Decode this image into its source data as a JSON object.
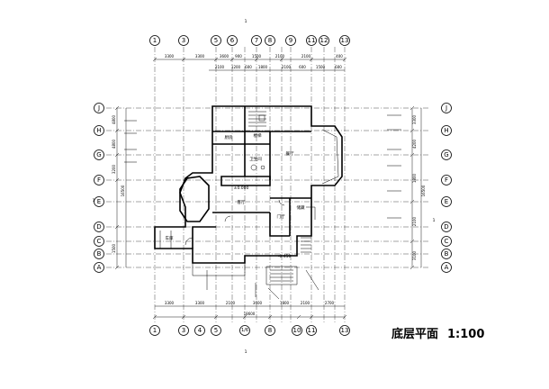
{
  "drawing": {
    "title": "底层平面",
    "scale": "1:100",
    "section_marks": {
      "top": "1",
      "bottom": "1",
      "right": "1",
      "left": "1"
    }
  },
  "grid_axes": {
    "top": [
      "1",
      "3",
      "5",
      "6",
      "7",
      "8",
      "9",
      "11",
      "12",
      "13"
    ],
    "bottom": [
      "1",
      "3",
      "4",
      "5",
      "1/6",
      "8",
      "10",
      "11",
      "13"
    ],
    "left": [
      "J",
      "H",
      "G",
      "F",
      "E",
      "D",
      "C",
      "B",
      "A"
    ],
    "right": [
      "J",
      "H",
      "G",
      "F",
      "E",
      "D",
      "C",
      "B",
      "A"
    ]
  },
  "dimensions": {
    "top_outer": [
      "3300",
      "3300",
      "3600",
      "900",
      "1500",
      "2100",
      "2100",
      "400"
    ],
    "top_inner": [
      "2100",
      "1200",
      "600",
      "1800",
      "2100",
      "600",
      "1500",
      "600"
    ],
    "bottom_outer": [
      "3300",
      "3300",
      "2100",
      "3600",
      "1800",
      "2100",
      "2700"
    ],
    "bottom_total": "18600",
    "left_outer": [
      "4800",
      "4800",
      "3200",
      "1500"
    ],
    "left_total": "16500",
    "right_outer": [
      "3300",
      "4200",
      "1800",
      "2100",
      "3100"
    ],
    "right_total": "16500"
  },
  "rooms": [
    {
      "label": "楼梯"
    },
    {
      "label": "厨房"
    },
    {
      "label": "餐厅"
    },
    {
      "label": "客厅"
    },
    {
      "label": "卫生间"
    },
    {
      "label": "车库"
    },
    {
      "label": "门厅"
    },
    {
      "label": "储藏"
    },
    {
      "label": "±0.000"
    },
    {
      "label": "-0.450"
    }
  ]
}
